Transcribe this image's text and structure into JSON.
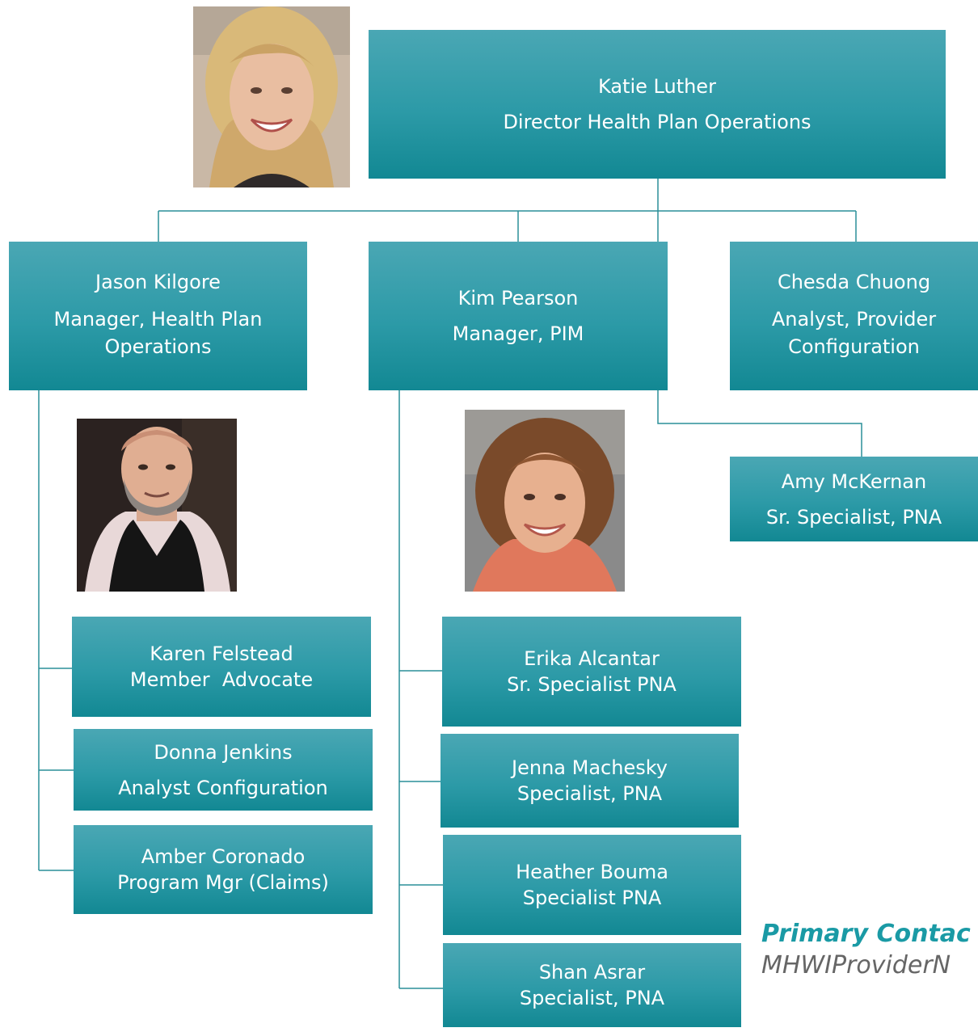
{
  "nodes": {
    "katie": {
      "name": "Katie Luther",
      "role": "Director Health Plan Operations"
    },
    "jason": {
      "name": "Jason Kilgore",
      "role": "Manager, Health Plan Operations"
    },
    "kim": {
      "name": "Kim Pearson",
      "role": "Manager, PIM"
    },
    "chesda": {
      "name": "Chesda Chuong",
      "role": "Analyst, Provider Configuration"
    },
    "amy": {
      "name": "Amy McKernan",
      "role": "Sr. Specialist, PNA"
    },
    "karen": {
      "name": "Karen Felstead",
      "role": "Member  Advocate"
    },
    "donna": {
      "name": "Donna Jenkins",
      "role": "Analyst Configuration"
    },
    "amber": {
      "name": "Amber Coronado",
      "role": "Program Mgr (Claims)"
    },
    "erika": {
      "name": "Erika Alcantar",
      "role": "Sr. Specialist PNA"
    },
    "jenna": {
      "name": "Jenna Machesky",
      "role": "Specialist, PNA"
    },
    "heather": {
      "name": "Heather Bouma",
      "role": "Specialist PNA"
    },
    "shan": {
      "name": "Shan Asrar",
      "role": "Specialist, PNA"
    }
  },
  "contact": {
    "label": "Primary Contac",
    "email": "MHWIProviderN"
  },
  "colors": {
    "box_top": "#4aa7b4",
    "box_bottom": "#128893",
    "connector": "#2a8f99",
    "contact_label": "#1a9aa5",
    "contact_email": "#666666"
  }
}
